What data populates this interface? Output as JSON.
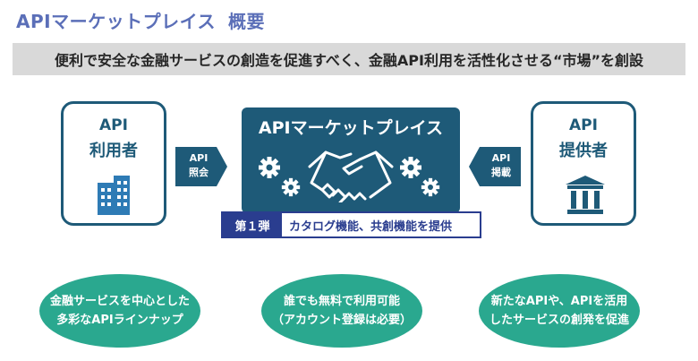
{
  "title": {
    "main": "APIマーケットプレイス",
    "sub": "概要"
  },
  "banner": "便利で安全な金融サービスの創造を促進すべく、金融API利用を活性化させる“市場”を創設",
  "left_box": {
    "line1": "API",
    "line2": "利用者",
    "icon": "building-icon"
  },
  "right_box": {
    "line1": "API",
    "line2": "提供者",
    "icon": "bank-icon"
  },
  "left_arrow": {
    "line1": "API",
    "line2": "照会"
  },
  "right_arrow": {
    "line1": "API",
    "line2": "掲載"
  },
  "center": {
    "title": "APIマーケットプレイス",
    "icons": [
      "gear-icon",
      "handshake-icon"
    ]
  },
  "phase": {
    "number": "第１弾",
    "description": "カタログ機能、共創機能を提供"
  },
  "ovals": [
    {
      "line1": "金融サービスを中心とした",
      "line2": "多彩なAPIラインナップ"
    },
    {
      "line1": "誰でも無料で利用可能",
      "line2": "（アカウント登録は必要）"
    },
    {
      "line1": "新たなAPIや、APIを活用",
      "line2": "したサービスの創発を促進"
    }
  ],
  "colors": {
    "title": "#5b6fb8",
    "navy": "#1e5a78",
    "phase": "#2a3d8f",
    "oval": "#2aa88f",
    "banner": "#d9d9d9",
    "icon_blue": "#2e7bb5"
  }
}
